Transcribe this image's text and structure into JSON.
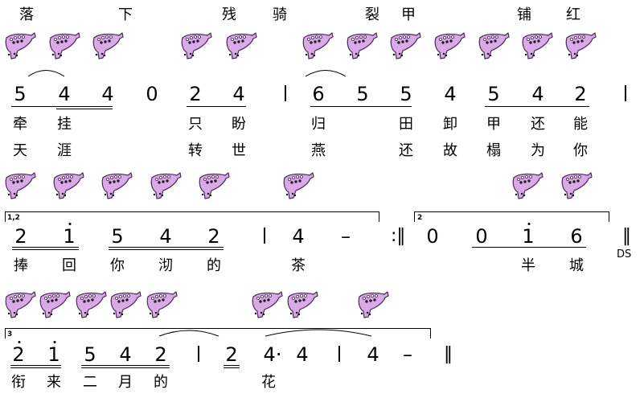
{
  "colors": {
    "ocarina_fill": "#d9a9e8",
    "ocarina_stroke": "#4a2a55",
    "ink": "#000000"
  },
  "icon": "ocarina-icon",
  "sheet": {
    "row1_lyrics": [
      "落",
      "下",
      "残",
      "骑",
      "裂",
      "甲",
      "铺",
      "红"
    ],
    "row2_notes": [
      "5",
      "4",
      "4",
      "0",
      "2",
      "4",
      "6",
      "5",
      "5",
      "4",
      "5",
      "4",
      "2"
    ],
    "row2_lyrics_a": [
      "牵",
      "挂",
      "只",
      "盼",
      "归",
      "田",
      "卸",
      "甲",
      "还",
      "能"
    ],
    "row2_lyrics_b": [
      "天",
      "涯",
      "转",
      "世",
      "燕",
      "还",
      "故",
      "榻",
      "为",
      "你"
    ],
    "row3_volta1": "1,2",
    "row3_volta2": "2",
    "row3_notes": [
      "2",
      "1",
      "5",
      "4",
      "2",
      "4",
      "–",
      "0",
      "0",
      "1",
      "6"
    ],
    "row3_repeat": ":‖",
    "row3_end": "‖",
    "row3_ds": "DS",
    "row3_lyrics": [
      "捧",
      "回",
      "你",
      "沏",
      "的",
      "茶",
      "半",
      "城"
    ],
    "row4_volta": "3",
    "row4_notes": [
      "2",
      "1",
      "5",
      "4",
      "2",
      "2",
      "4·",
      "4",
      "4",
      "–"
    ],
    "row4_end": "‖",
    "row4_lyrics": [
      "衔",
      "来",
      "二",
      "月",
      "的",
      "花"
    ]
  }
}
